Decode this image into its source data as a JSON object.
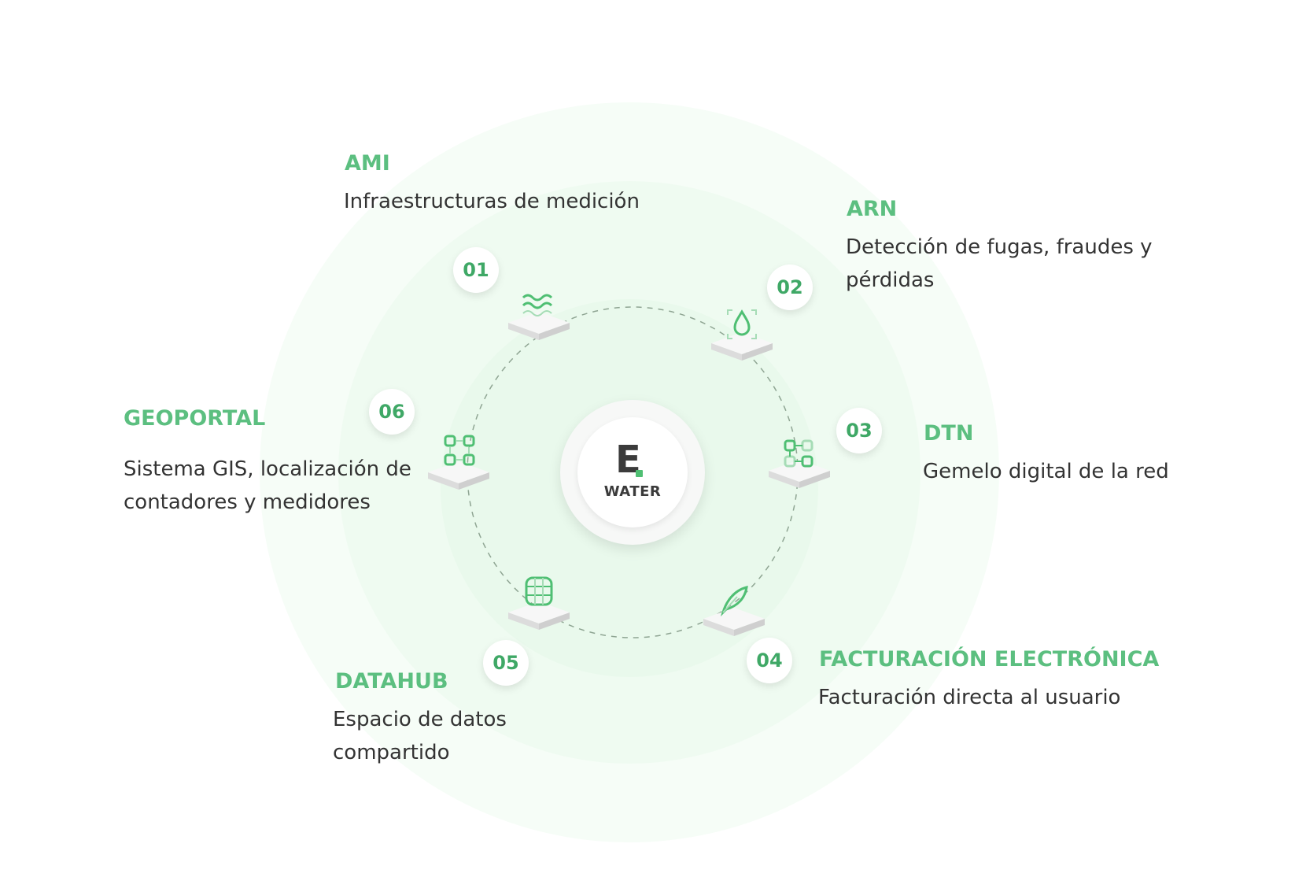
{
  "hub": {
    "letter": "E",
    "label": "WATER"
  },
  "colors": {
    "accent": "#5cbf80",
    "badge_text": "#3fa866",
    "text": "#333333"
  },
  "modules": [
    {
      "number": "01",
      "title": "AMI",
      "description": "Infraestructuras de medición",
      "icon": "waves-icon"
    },
    {
      "number": "02",
      "title": "ARN",
      "description": "Detección de fugas, fraudes y pérdidas",
      "icon": "water-drop-icon"
    },
    {
      "number": "03",
      "title": "DTN",
      "description": "Gemelo digital de la red",
      "icon": "network-twin-icon"
    },
    {
      "number": "04",
      "title": "FACTURACIÓN ELECTRÓNICA",
      "description": "Facturación directa al usuario",
      "icon": "feather-pen-icon"
    },
    {
      "number": "05",
      "title": "DATAHUB",
      "description": "Espacio de datos compartido",
      "icon": "database-icon"
    },
    {
      "number": "06",
      "title": "GEOPORTAL",
      "description": "Sistema GIS, localización de contadores y medidores",
      "icon": "gis-map-icon"
    }
  ]
}
